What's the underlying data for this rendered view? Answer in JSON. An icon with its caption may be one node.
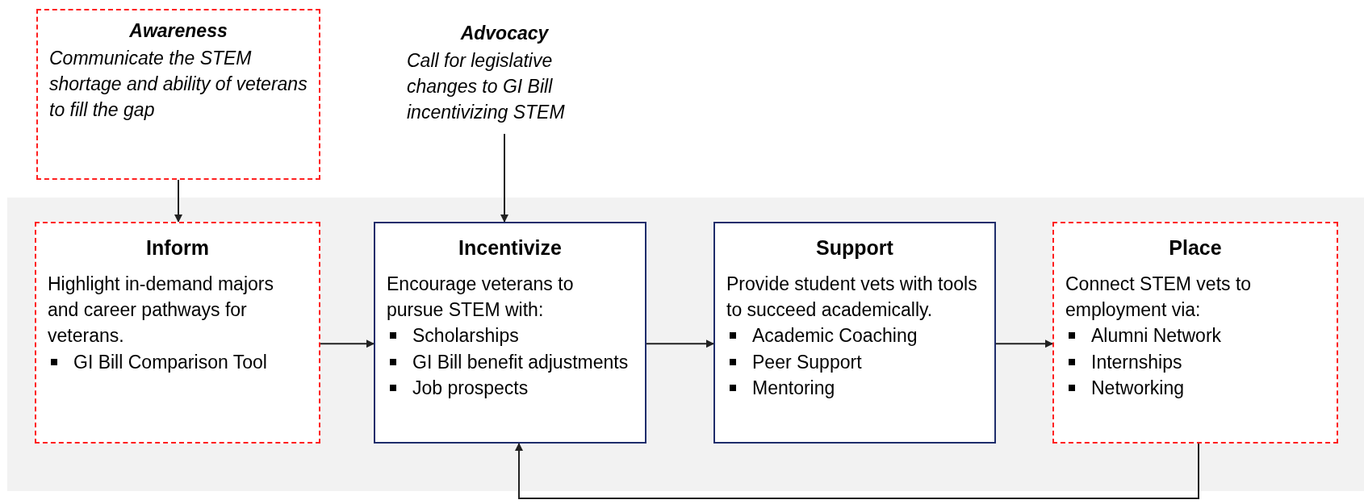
{
  "diagram": {
    "nodes": [
      {
        "text": [
          "Awareness",
          "Communicate the STEM shortage and ability of veterans to fill the gap"
        ]
      },
      {
        "text": [
          "Advocacy",
          "Call for legislative changes to GI Bill incentivizing STEM"
        ]
      },
      {
        "text": [
          "Inform",
          "Highlight in-demand majors and career pathways for veterans.",
          "GI Bill Comparison Tool"
        ]
      },
      {
        "text": [
          "Incentivize",
          "Encourage veterans to pursue STEM with:",
          "Scholarships",
          "GI Bill benefit adjustments",
          "Job prospects"
        ]
      },
      {
        "text": [
          "Support",
          "Provide student vets with tools to succeed academically.",
          "Academic Coaching",
          "Peer Support",
          "Mentoring"
        ]
      },
      {
        "text": [
          "Place",
          "Connect STEM vets to employment via:",
          "Alumni Network",
          "Internships",
          "Networking"
        ]
      }
    ],
    "edges": [
      {
        "from": 0,
        "to": 2,
        "arrow": "to"
      },
      {
        "from": 1,
        "to": 3,
        "arrow": "to"
      },
      {
        "from": 2,
        "to": 3,
        "arrow": "to"
      },
      {
        "from": 3,
        "to": 4,
        "arrow": "to"
      },
      {
        "from": 4,
        "to": 5,
        "arrow": "to"
      },
      {
        "from": 5,
        "to": 3,
        "arrow": "to"
      }
    ]
  }
}
